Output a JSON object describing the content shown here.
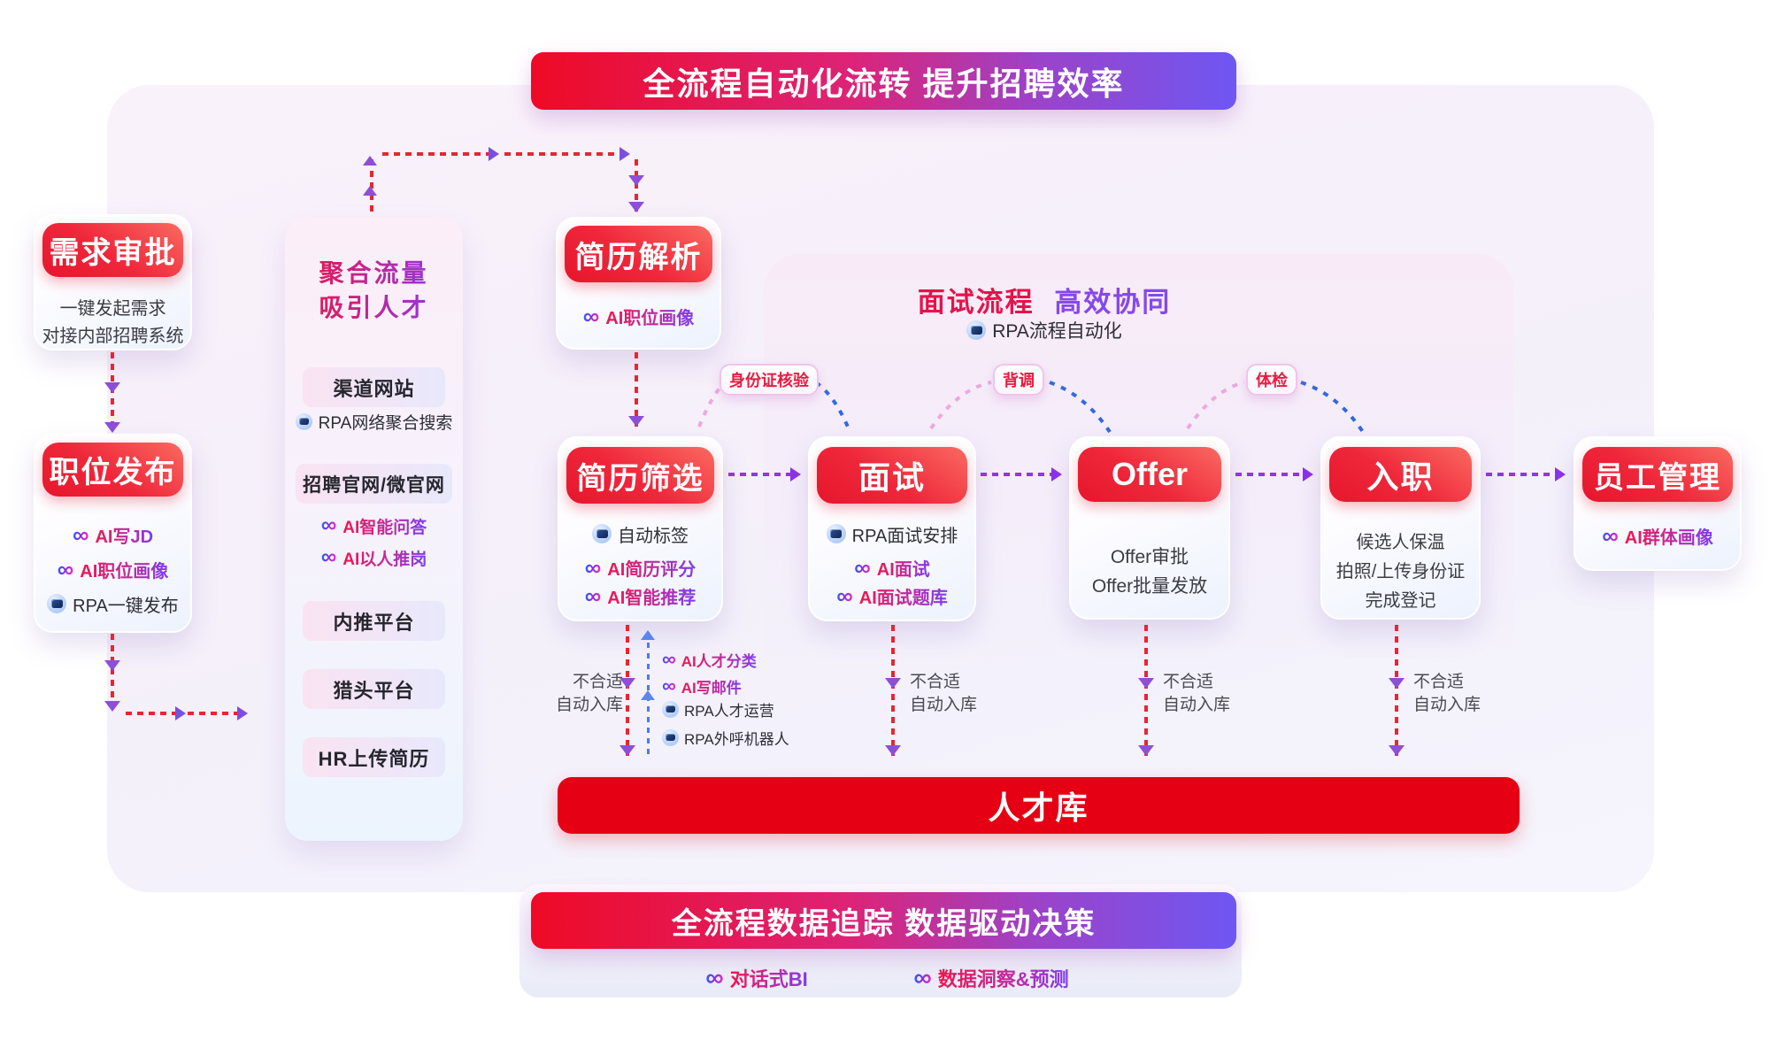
{
  "banners": {
    "top": "全流程自动化流转 提升招聘效率",
    "talent_pool": "人才库",
    "bottom": "全流程数据追踪 数据驱动决策"
  },
  "flow_cards": {
    "demand": {
      "title": "需求审批",
      "lines": [
        "一键发起需求",
        "对接内部招聘系统"
      ]
    },
    "publish": {
      "title": "职位发布",
      "items": [
        {
          "icon": "ai-infinity-icon",
          "label": "AI写JD"
        },
        {
          "icon": "ai-infinity-icon",
          "label": "AI职位画像"
        },
        {
          "icon": "rpa-robot-icon",
          "label": "RPA一键发布"
        }
      ]
    },
    "parse": {
      "title": "简历解析",
      "items": [
        {
          "icon": "ai-infinity-icon",
          "label": "AI职位画像"
        }
      ]
    },
    "screen": {
      "title": "简历筛选",
      "items": [
        {
          "icon": "rpa-robot-icon",
          "label": "自动标签"
        },
        {
          "icon": "ai-infinity-icon",
          "label": "AI简历评分"
        },
        {
          "icon": "ai-infinity-icon",
          "label": "AI智能推荐"
        }
      ]
    },
    "interview": {
      "title": "面试",
      "items": [
        {
          "icon": "rpa-robot-icon",
          "label": "RPA面试安排"
        },
        {
          "icon": "ai-infinity-icon",
          "label": "AI面试"
        },
        {
          "icon": "ai-infinity-icon",
          "label": "AI面试题库"
        }
      ]
    },
    "offer": {
      "title": "Offer",
      "lines": [
        "Offer审批",
        "Offer批量发放"
      ]
    },
    "onboard": {
      "title": "入职",
      "lines": [
        "候选人保温",
        "拍照/上传身份证",
        "完成登记"
      ]
    },
    "employee": {
      "title": "员工管理",
      "items": [
        {
          "icon": "ai-infinity-icon",
          "label": "AI群体画像"
        }
      ]
    }
  },
  "aggregation": {
    "title_line1": "聚合流量",
    "title_line2": "吸引人才",
    "groups": [
      {
        "pill": "渠道网站",
        "items": [
          {
            "icon": "rpa-robot-icon",
            "label": "RPA网络聚合搜索"
          }
        ]
      },
      {
        "pill": "招聘官网/微官网",
        "items": [
          {
            "icon": "ai-infinity-icon",
            "label": "AI智能问答"
          },
          {
            "icon": "ai-infinity-icon",
            "label": "AI以人推岗"
          }
        ]
      },
      {
        "pill": "内推平台",
        "items": []
      },
      {
        "pill": "猎头平台",
        "items": []
      },
      {
        "pill": "HR上传简历",
        "items": []
      }
    ]
  },
  "interview_section": {
    "title_red": "面试流程",
    "title_purple": "高效协同",
    "subtitle": {
      "icon": "rpa-robot-icon",
      "label": "RPA流程自动化"
    },
    "tags": [
      "身份证核验",
      "背调",
      "体检"
    ]
  },
  "reject": {
    "line1": "不合适",
    "line2": "自动入库"
  },
  "screen_side_items": [
    {
      "icon": "ai-infinity-icon",
      "label": "AI人才分类"
    },
    {
      "icon": "ai-infinity-icon",
      "label": "AI写邮件"
    },
    {
      "icon": "rpa-robot-icon",
      "label": "RPA人才运营"
    },
    {
      "icon": "rpa-robot-icon",
      "label": "RPA外呼机器人"
    }
  ],
  "bottom_items": [
    {
      "icon": "ai-infinity-icon",
      "label": "对话式BI"
    },
    {
      "icon": "ai-infinity-icon",
      "label": "数据洞察&预测"
    }
  ],
  "colors": {
    "banner_gradient_left": "#ee0a26",
    "banner_gradient_right": "#6e57f2",
    "talent_pool_red": "#e60014",
    "card_pill_red": "#e6162c",
    "arc_blue": "#2f6ae0",
    "arc_pink": "#efa8dd",
    "dash_red": "#e82531",
    "dash_purple": "#9333ea",
    "dash_blue": "#4b7bea",
    "tag_text_red": "#ea1a3e",
    "header_red": "#e8124a",
    "header_purple": "#8648ea"
  }
}
